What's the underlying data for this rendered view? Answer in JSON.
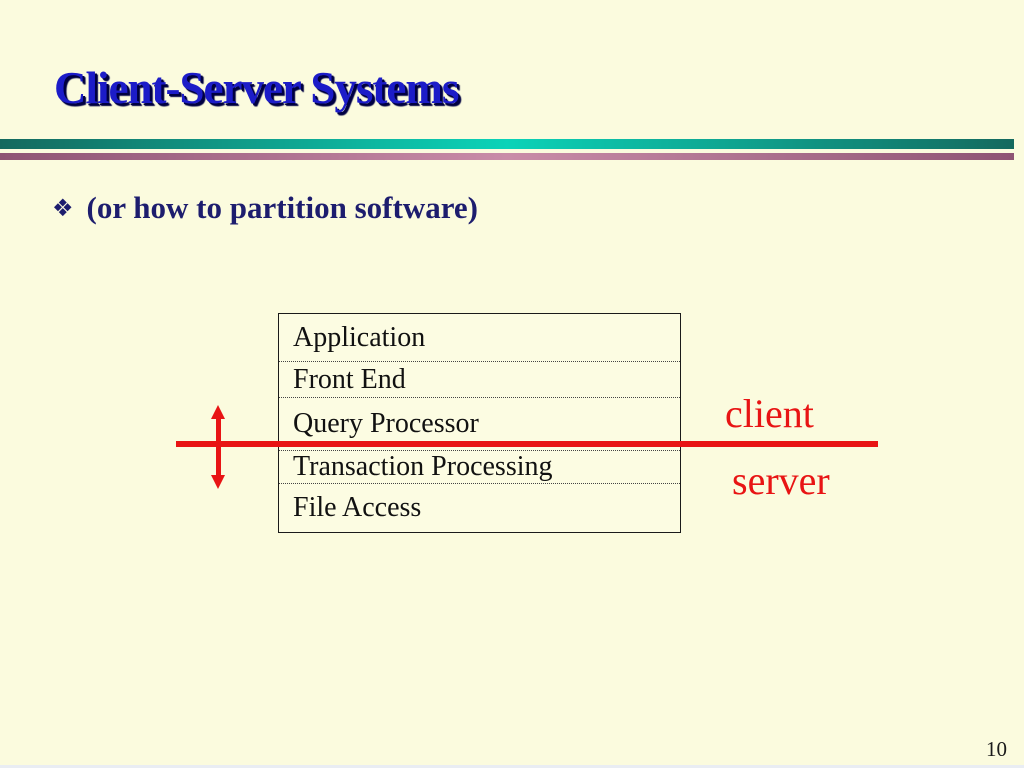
{
  "slide": {
    "title": "Client-Server Systems",
    "bullet_glyph": "❖",
    "bullet_text": "(or how to partition software)",
    "page_number": "10"
  },
  "diagram": {
    "stack_rows": [
      "Application",
      "Front End",
      "Query Processor",
      "Transaction Processing",
      "File Access"
    ],
    "partition_labels": {
      "above_line": "client",
      "below_line": "server"
    }
  },
  "colors": {
    "background": "#FBFBDE",
    "title_blue": "#1C1CC8",
    "title_shadow_navy": "#000042",
    "bullet_navy": "#1D1D6E",
    "accent_red": "#E81414",
    "teal_bar_center": "#0BD3B8",
    "teal_bar_edge": "#14695E",
    "purple_bar_center": "#C98CA8",
    "purple_bar_edge": "#8E5474",
    "stack_text": "#111111"
  }
}
